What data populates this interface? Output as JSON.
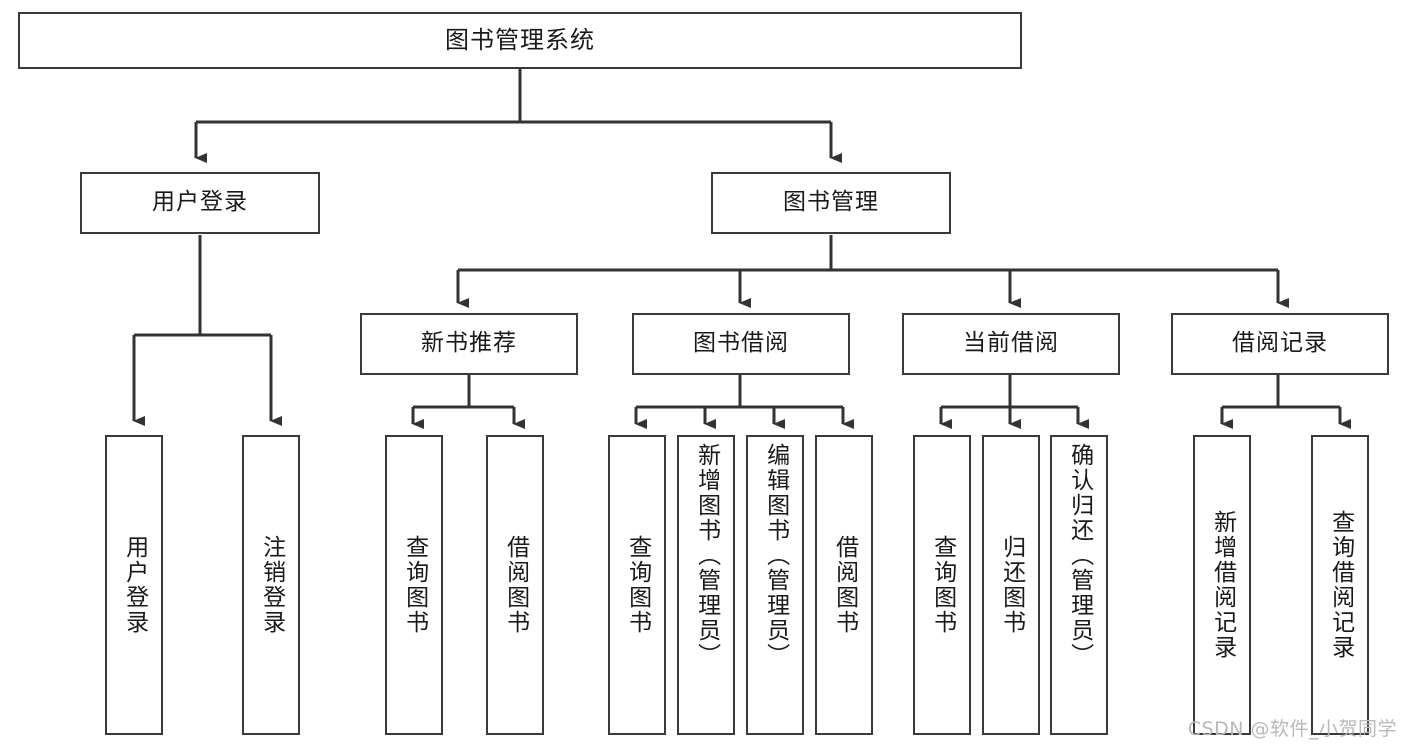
{
  "diagram": {
    "title": "图书管理系统",
    "watermark": "CSDN @软件_小贺同学",
    "line_color": "#333333",
    "box_border_color": "#3a3a3a",
    "background": "#ffffff",
    "text_color": "#1a1a1a"
  },
  "nodes": {
    "root": {
      "label": "图书管理系统"
    },
    "level2": [
      {
        "label": "用户登录"
      },
      {
        "label": "图书管理"
      }
    ],
    "level3": [
      {
        "label": "新书推荐"
      },
      {
        "label": "图书借阅"
      },
      {
        "label": "当前借阅"
      },
      {
        "label": "借阅记录"
      }
    ],
    "leaves": {
      "user_login": [
        {
          "label": "用户登录"
        },
        {
          "label": "注销登录"
        }
      ],
      "new_book_recommend": [
        {
          "label": "查询图书"
        },
        {
          "label": "借阅图书"
        }
      ],
      "book_borrow": [
        {
          "label": "查询图书"
        },
        {
          "label": "新增图书（管理员）"
        },
        {
          "label": "编辑图书（管理员）"
        },
        {
          "label": "借阅图书"
        }
      ],
      "current_borrow": [
        {
          "label": "查询图书"
        },
        {
          "label": "归还图书"
        },
        {
          "label": "确认归还（管理员）"
        }
      ],
      "borrow_record": [
        {
          "label": "新增借阅记录"
        },
        {
          "label": "查询借阅记录"
        }
      ]
    }
  }
}
